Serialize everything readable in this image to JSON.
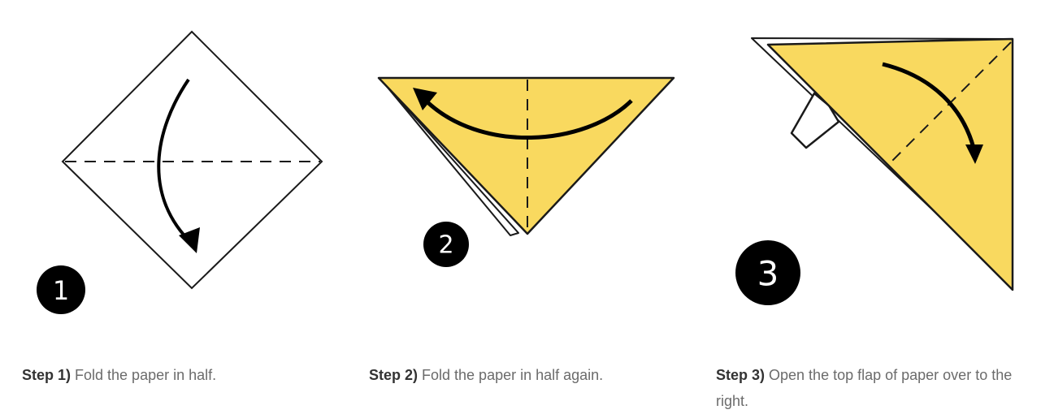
{
  "colors": {
    "paper": "#f9d95f",
    "outline": "#1a1a1a",
    "badge": "#000000"
  },
  "steps": [
    {
      "number": "1",
      "label": "Step 1)",
      "text": " Fold the paper in half."
    },
    {
      "number": "2",
      "label": "Step 2)",
      "text": " Fold the paper in half again."
    },
    {
      "number": "3",
      "label": "Step 3)",
      "text": " Open the top flap of paper over to the right."
    }
  ]
}
